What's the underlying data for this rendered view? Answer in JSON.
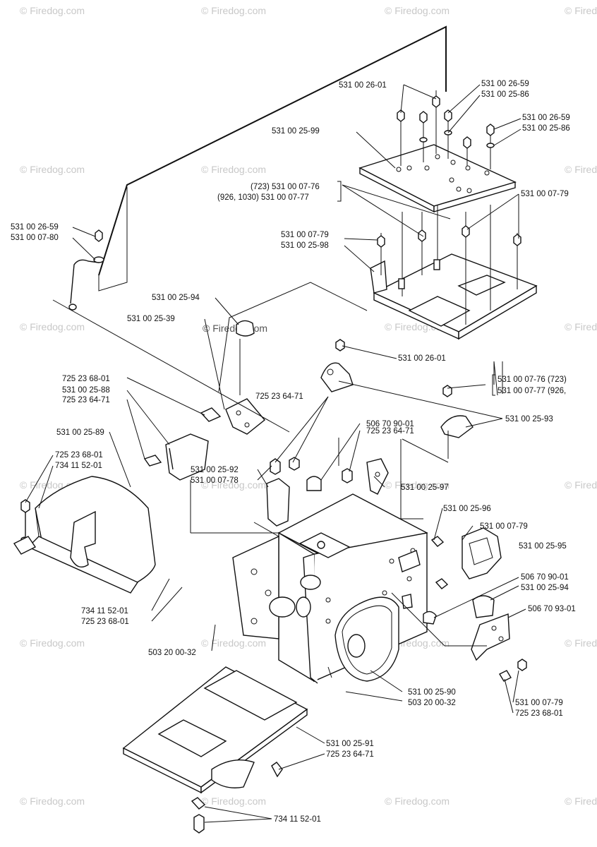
{
  "watermark": "© Firedog.com",
  "labels": [
    "531 00 26-01",
    "531 00 26-59",
    "531 00 25-86",
    "531 00 26-59",
    "531 00 25-86",
    "531 00 25-99",
    "(723) 531 00 07-76",
    "(926, 1030) 531 00 07-77",
    "531 00 07-79",
    "531 00 26-59",
    "531 00 07-80",
    "531 00 07-79",
    "531 00 25-98",
    "531 00 25-94",
    "531 00 25-39",
    "531 00 26-01",
    "531 00 07-76 (723)",
    "531 00 07-77 (926,",
    "725 23 68-01",
    "531 00 25-88",
    "725 23 64-71",
    "725 23 64-71",
    "531 00 25-93",
    "506 70 90-01",
    "725 23 64-71",
    "531 00 25-89",
    "725 23 68-01",
    "734 11 52-01",
    "531 00 25-92",
    "531 00 07-78",
    "531 00 25-97",
    "531 00 25-96",
    "531 00 07-79",
    "531 00 25-95",
    "506 70 90-01",
    "531 00 25-94",
    "506 70 93-01",
    "734 11 52-01",
    "725 23 68-01",
    "503 20 00-32",
    "531 00 25-90",
    "503 20 00-32",
    "531 00 07-79",
    "725 23 68-01",
    "531 00 25-91",
    "725 23 64-71",
    "734 11 52-01"
  ]
}
